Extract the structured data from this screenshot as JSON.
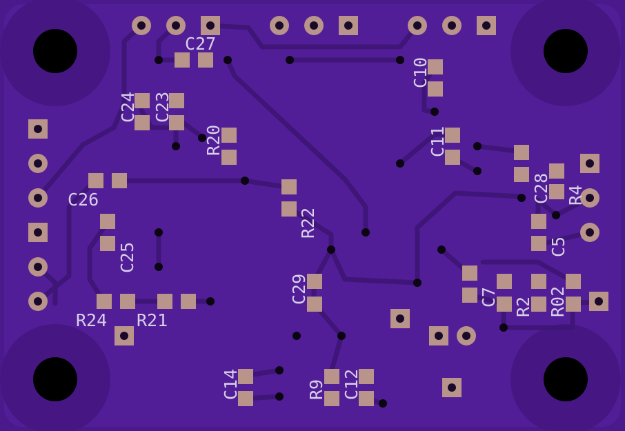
{
  "colors": {
    "board": "#4a1a8c",
    "pour": "#541f9a",
    "trace": "#3f1578",
    "pad": "#b9948a",
    "silk": "#d8d0e8",
    "hole": "#000000"
  },
  "components": {
    "C27": "C27",
    "C24": "C24",
    "C23": "C23",
    "R20": "R20",
    "C10": "C10",
    "C11": "C11",
    "C28": "C28",
    "R4": "R4",
    "C26": "C26",
    "R22": "R22",
    "C25": "C25",
    "C5": "C5",
    "C29": "C29",
    "C7": "C7",
    "R2": "R2",
    "R02": "R02",
    "R24": "R24",
    "R21": "R21",
    "C14": "C14",
    "R9": "R9",
    "C12": "C12"
  }
}
